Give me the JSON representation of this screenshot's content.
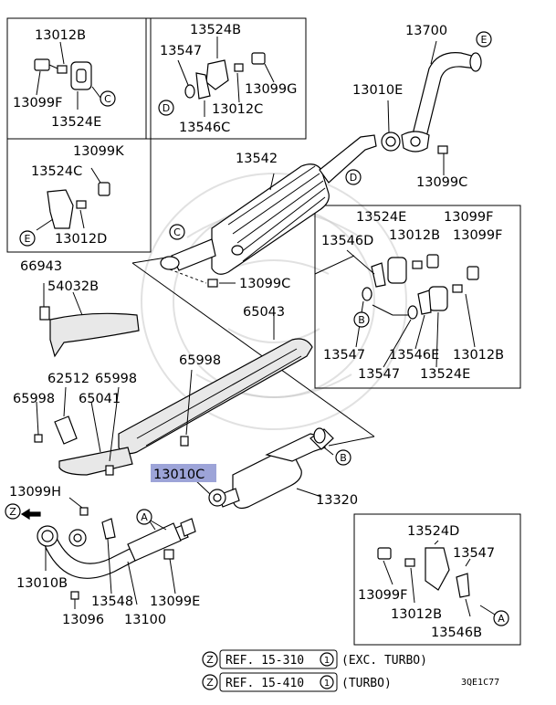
{
  "labels": {
    "p13012B_a": "13012B",
    "p13524B": "13524B",
    "p13547_a": "13547",
    "p13099F_a": "13099F",
    "p13524E_a": "13524E",
    "p13099G": "13099G",
    "p13012C": "13012C",
    "p13546C": "13546C",
    "p13700": "13700",
    "p13010E": "13010E",
    "p13099C_a": "13099C",
    "p13099K": "13099K",
    "p13524C": "13524C",
    "p13012D": "13012D",
    "p13542": "13542",
    "p13099C_b": "13099C",
    "p66943": "66943",
    "p54032B": "54032B",
    "p65043": "65043",
    "p13524E_b": "13524E",
    "p13099F_b": "13099F",
    "p13546D": "13546D",
    "p13012B_b": "13012B",
    "p13099F_c": "13099F",
    "p13547_b": "13547",
    "p13546E": "13546E",
    "p13012B_c": "13012B",
    "p13547_c": "13547",
    "p13524E_c": "13524E",
    "p65998_a": "65998",
    "p62512": "62512",
    "p65998_b": "65998",
    "p65998_c": "65998",
    "p65041": "65041",
    "p13010C": "13010C",
    "p13320": "13320",
    "p13099H": "13099H",
    "p13010B": "13010B",
    "p13548": "13548",
    "p13099E": "13099E",
    "p13096": "13096",
    "p13100": "13100",
    "p13524D": "13524D",
    "p13547_d": "13547",
    "p13099F_d": "13099F",
    "p13012B_d": "13012B",
    "p13546B": "13546B"
  },
  "markers": {
    "A": "A",
    "B": "B",
    "C": "C",
    "D": "D",
    "E": "E",
    "Z": "Z",
    "one": "1"
  },
  "refs": {
    "ref1_text": "REF. 15-310",
    "ref1_note": "(EXC. TURBO)",
    "ref2_text": "REF. 15-410",
    "ref2_note": "(TURBO)"
  },
  "diagram_code": "3QE1C77",
  "highlight_color": "#9da4d8"
}
